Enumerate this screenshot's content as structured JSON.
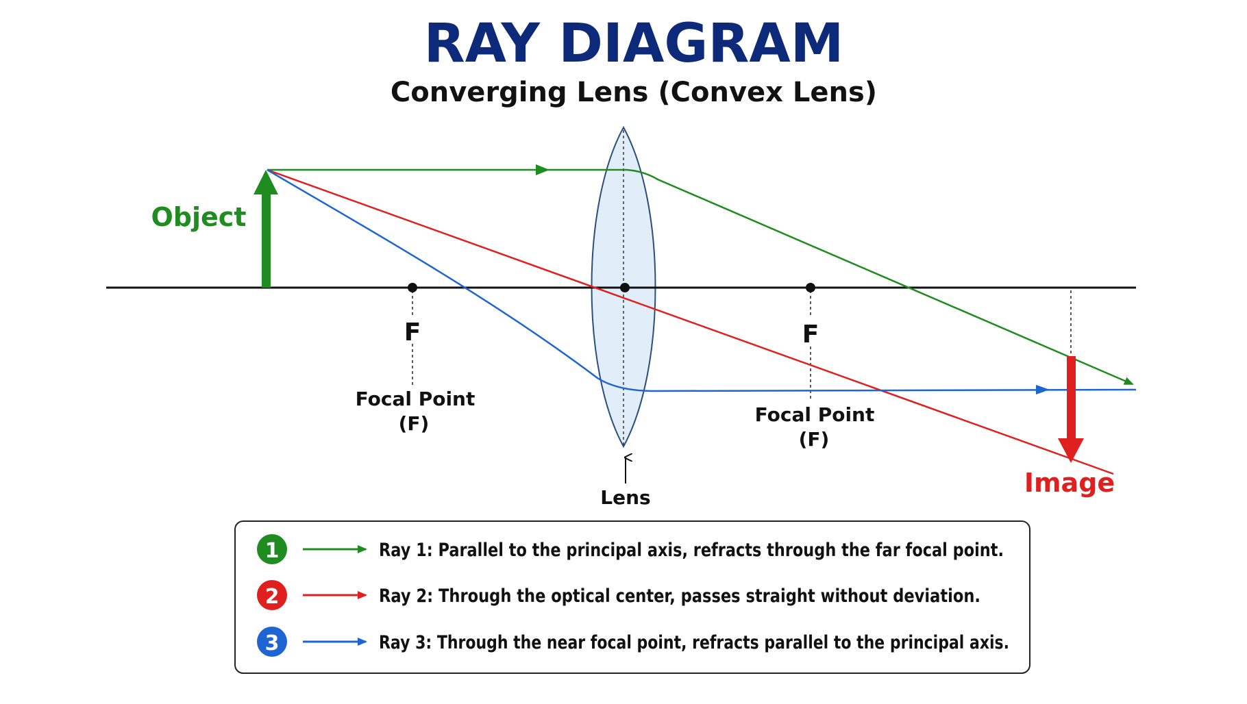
{
  "title": "RAY DIAGRAM",
  "subtitle": "Converging Lens (Convex Lens)",
  "labels": {
    "object": "Object",
    "image": "Image",
    "lens": "Lens",
    "focal_letter_left": "F",
    "focal_letter_right": "F",
    "focal_point_left_line1": "Focal Point",
    "focal_point_left_line2": "(F)",
    "focal_point_right_line1": "Focal Point",
    "focal_point_right_line2": "(F)"
  },
  "colors": {
    "title": "#0d2a7a",
    "ray1": "#1e8c1e",
    "ray2": "#e0201e",
    "ray3": "#1e64d2",
    "object": "#1e8c1e",
    "image": "#e0201e",
    "lens_fill": "#dcebf8",
    "lens_stroke": "#2a4f7a"
  },
  "legend": {
    "items": [
      {
        "number": "1",
        "text": "Ray 1: Parallel to the principal axis, refracts through the far focal point."
      },
      {
        "number": "2",
        "text": "Ray 2: Through the optical center, passes straight without deviation."
      },
      {
        "number": "3",
        "text": "Ray 3: Through the near focal point, refracts parallel to the principal axis."
      }
    ]
  }
}
